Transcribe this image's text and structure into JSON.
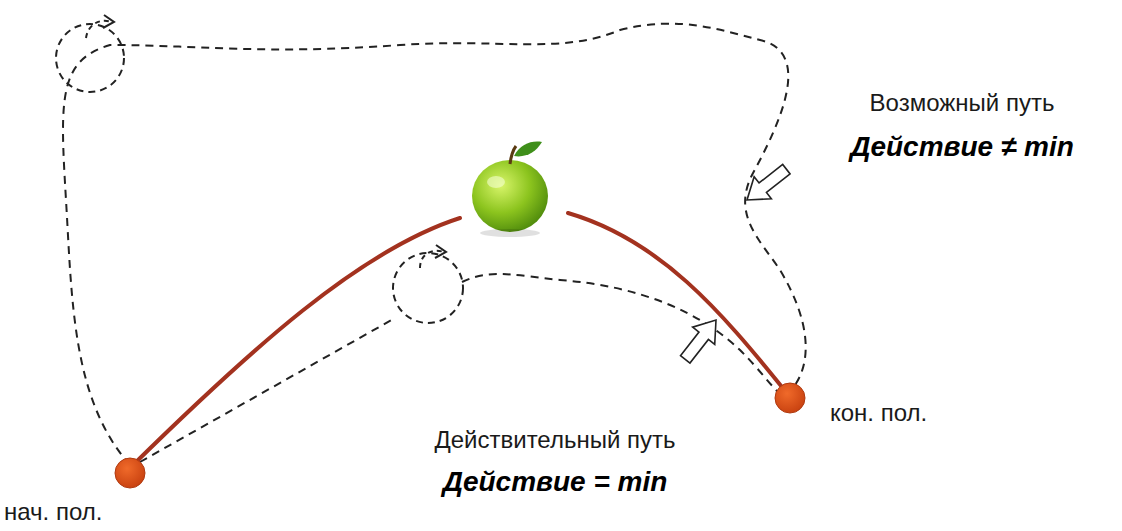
{
  "diagram": {
    "labels": [
      "Возможный путь",
      "Действие ≠ min",
      "Действительный путь",
      "Действие = min",
      "кон. пол.",
      "нач. пол."
    ]
  }
}
